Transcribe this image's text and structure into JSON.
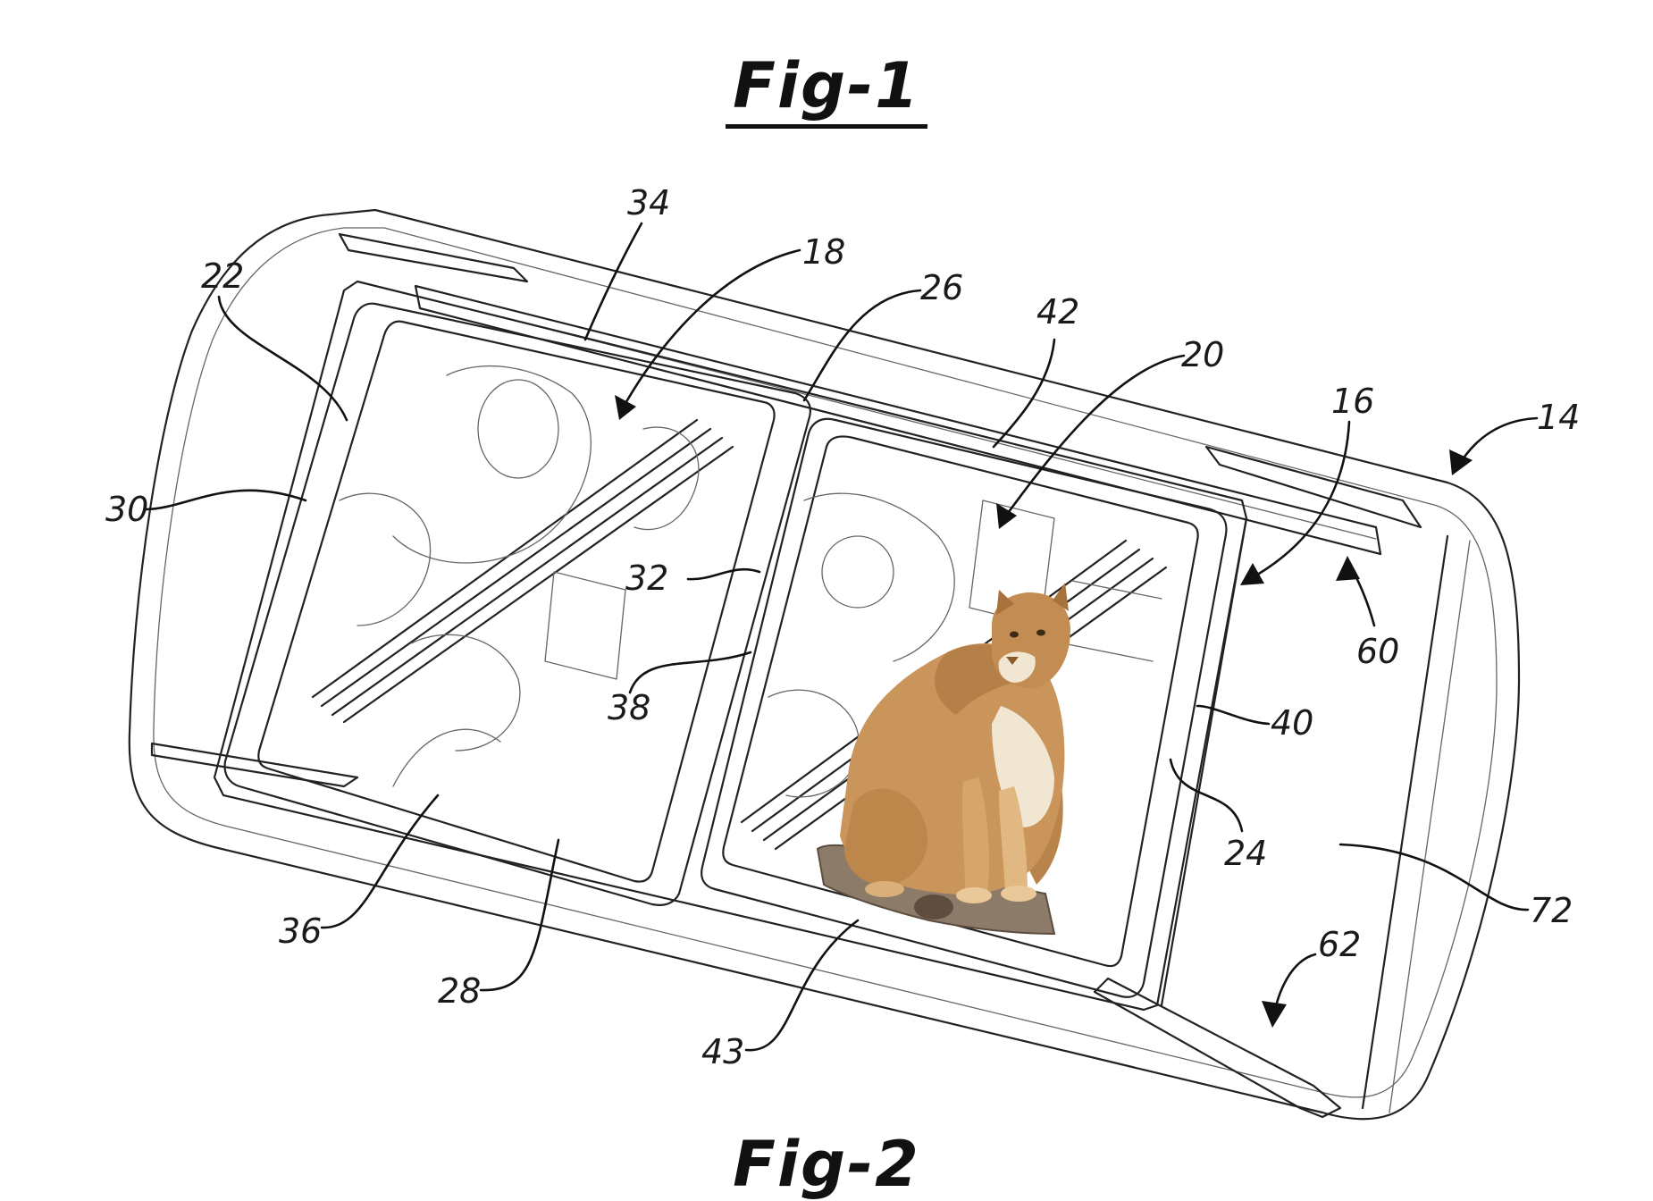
{
  "figure": {
    "title_top": "Fig-1",
    "title_bottom": "Fig-2"
  },
  "reference_numerals": [
    "14",
    "16",
    "18",
    "20",
    "22",
    "24",
    "26",
    "28",
    "30",
    "32",
    "34",
    "36",
    "38",
    "40",
    "42",
    "43",
    "60",
    "62",
    "72"
  ],
  "overlay": {
    "subject": "cougar-photo",
    "colors": {
      "fur": "#c9955a",
      "fur_dark": "#8a5a2c",
      "chest": "#f1e6d2",
      "log": "#8d7b69"
    }
  },
  "colors": {
    "ink": "#1a1a1a",
    "background": "#ffffff"
  }
}
